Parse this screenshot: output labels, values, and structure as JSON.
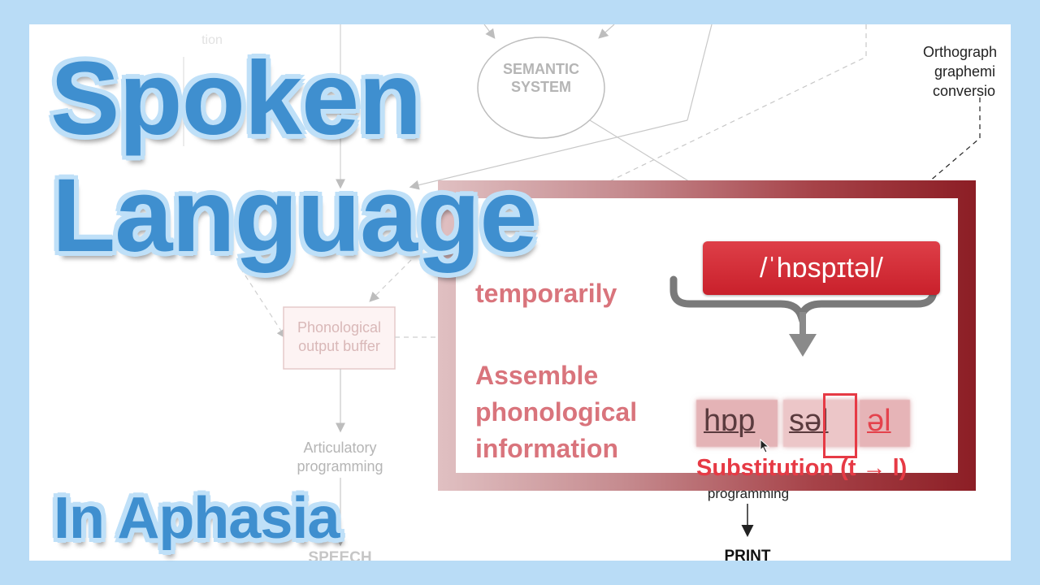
{
  "title": {
    "line1": "Spoken",
    "line2": "Language",
    "subtitle": "In Aphasia"
  },
  "diagram": {
    "semantic_system": [
      "SEMANTIC",
      "SYSTEM"
    ],
    "orthographic": [
      "Orthograph",
      "graphemi",
      "conversio"
    ],
    "phonological_buffer": [
      "Phonological",
      "output buffer"
    ],
    "articulatory": [
      "Articulatory",
      "programming"
    ],
    "speech": "SPEECH",
    "right_programming": "programming",
    "print": "PRINT",
    "faded_top_left": "tion"
  },
  "panel": {
    "hold_text": "temporarily",
    "assemble_lines": [
      "Assemble",
      "phonological",
      "information"
    ],
    "ipa": "/ˈhɒspɪtəl/",
    "segments": [
      "hɒp",
      "səl",
      "əl"
    ],
    "substitution": "Substitution (t → l)",
    "colors": {
      "panel_dark": "#8c1e25",
      "ipa_box": "#c9202b",
      "highlight": "#e63a45"
    }
  }
}
